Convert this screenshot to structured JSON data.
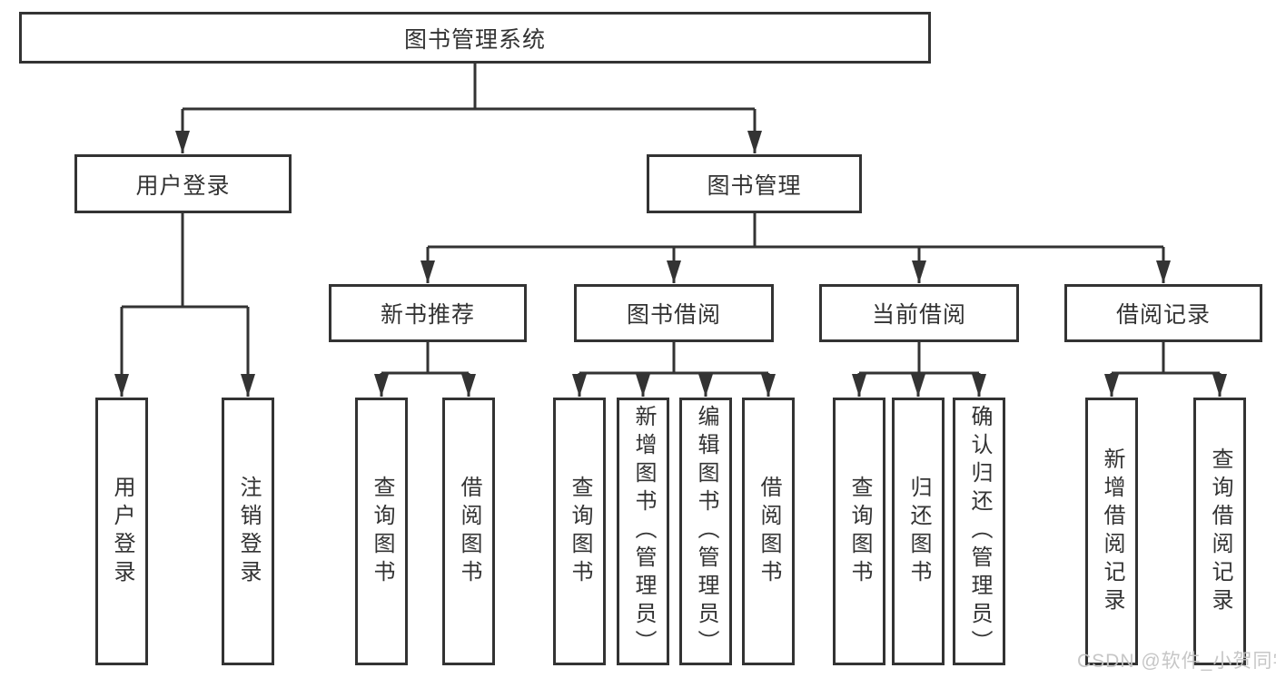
{
  "diagram": {
    "type": "org-chart",
    "colors": {
      "line": "#333333",
      "text": "#333333",
      "watermark": "#c4c4c4",
      "background": "#ffffff"
    },
    "watermark": "CSDN @软件_小贺同学",
    "tree": {
      "label": "图书管理系统",
      "children": [
        {
          "label": "用户登录",
          "children": [
            {
              "label": "用户登录"
            },
            {
              "label": "注销登录"
            }
          ]
        },
        {
          "label": "图书管理",
          "children": [
            {
              "label": "新书推荐",
              "children": [
                {
                  "label": "查询图书"
                },
                {
                  "label": "借阅图书"
                }
              ]
            },
            {
              "label": "图书借阅",
              "children": [
                {
                  "label": "查询图书"
                },
                {
                  "label": "新增图书（管理员）"
                },
                {
                  "label": "编辑图书（管理员）"
                },
                {
                  "label": "借阅图书"
                }
              ]
            },
            {
              "label": "当前借阅",
              "children": [
                {
                  "label": "查询图书"
                },
                {
                  "label": "归还图书"
                },
                {
                  "label": "确认归还（管理员）"
                }
              ]
            },
            {
              "label": "借阅记录",
              "children": [
                {
                  "label": "新增借阅记录"
                },
                {
                  "label": "查询借阅记录"
                }
              ]
            }
          ]
        }
      ]
    }
  }
}
